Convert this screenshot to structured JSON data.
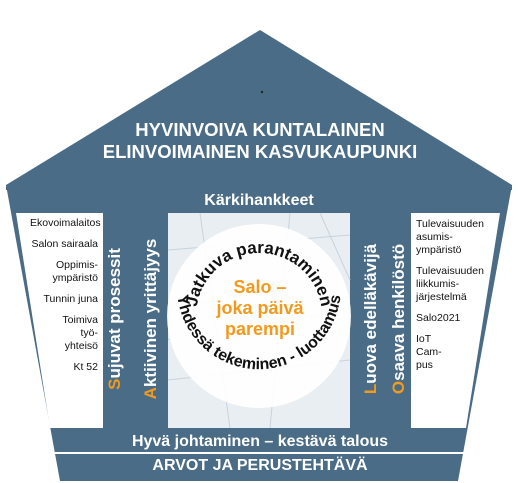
{
  "roof": {
    "line1": "HYVINVOIVA KUNTALAINEN",
    "line2": "ELINVOIMAINEN KASVUKAUPUNKI"
  },
  "band_title": "Kärkihankkeet",
  "left_projects": [
    "Ekovoimalaitos",
    "Salon sairaala",
    "Oppimis-ympäristö",
    "Tunnin juna",
    "Toimiva työ-yhteisö",
    "Kt 52"
  ],
  "right_projects": [
    "Tulevaisuuden asumis-ympäristö",
    "Tulevaisuuden liikkumis-järjestelmä",
    "Salo2021",
    "IoT Cam-pus"
  ],
  "pillars": {
    "p1": {
      "initial": "S",
      "rest": "ujuvat prosessit"
    },
    "p2": {
      "initial": "A",
      "rest": "ktiivinen yrittäjyys"
    },
    "p3": {
      "initial": "L",
      "rest": "uova edelläkävijä"
    },
    "p4": {
      "initial": "O",
      "rest": "saava henkilöstö"
    }
  },
  "circle": {
    "top_arc": "Jatkuva parantaminen",
    "bottom_arc": "Yhdessä tekeminen - luottamus",
    "center_line1": "Salo –",
    "center_line2": "joka päivä",
    "center_line3": "parempi"
  },
  "footer": {
    "line1": "Hyvä johtaminen – kestävä talous",
    "line2": "ARVOT JA PERUSTEHTÄVÄ"
  },
  "colors": {
    "primary": "#4a6c87",
    "accent": "#f29a1d",
    "text": "#111111"
  }
}
